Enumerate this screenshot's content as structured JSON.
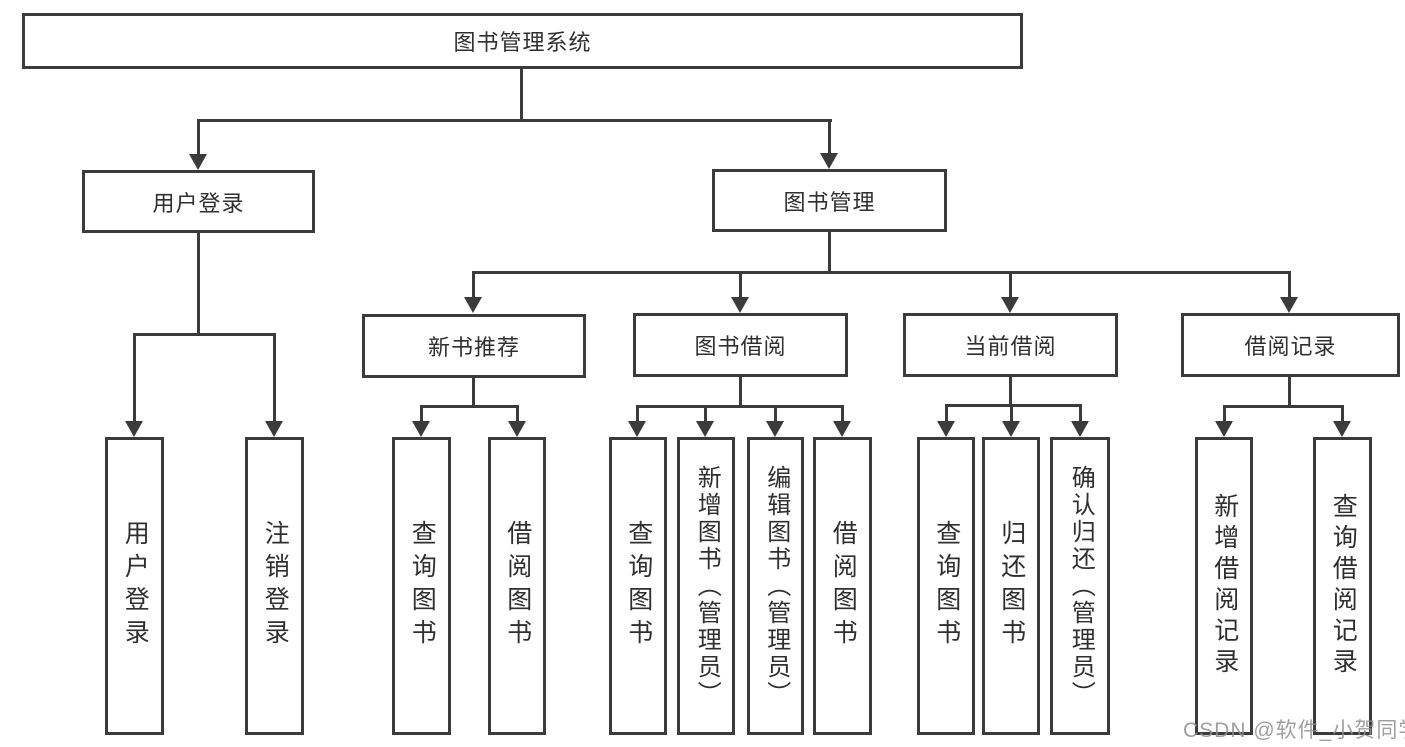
{
  "diagram": {
    "title_node": {
      "label": "图书管理系统"
    },
    "level2": [
      {
        "id": "user-login",
        "label": "用户登录"
      },
      {
        "id": "book-management",
        "label": "图书管理"
      }
    ],
    "level3": [
      {
        "id": "new-book-recommend",
        "label": "新书推荐"
      },
      {
        "id": "book-borrowing",
        "label": "图书借阅"
      },
      {
        "id": "current-borrowing",
        "label": "当前借阅"
      },
      {
        "id": "borrowing-records",
        "label": "借阅记录"
      }
    ],
    "leaves": [
      {
        "id": "user-login-leaf",
        "label": "用户登录"
      },
      {
        "id": "logout",
        "label": "注销登录"
      },
      {
        "id": "query-books-recommend",
        "label": "查询图书"
      },
      {
        "id": "borrow-books-recommend",
        "label": "借阅图书"
      },
      {
        "id": "query-books-borrow",
        "label": "查询图书"
      },
      {
        "id": "add-books-admin",
        "label": "新增图书（管理员）"
      },
      {
        "id": "edit-books-admin",
        "label": "编辑图书（管理员）"
      },
      {
        "id": "borrow-books",
        "label": "借阅图书"
      },
      {
        "id": "query-books-current",
        "label": "查询图书"
      },
      {
        "id": "return-books",
        "label": "归还图书"
      },
      {
        "id": "confirm-return-admin",
        "label": "确认归还（管理员）"
      },
      {
        "id": "add-borrow-record",
        "label": "新增借阅记录"
      },
      {
        "id": "query-borrow-record",
        "label": "查询借阅记录"
      }
    ],
    "colors": {
      "line": "#3b3b3b",
      "text": "#2f2f2f",
      "watermark": "#8f8f8f",
      "background": "#ffffff"
    }
  },
  "watermark": {
    "text": "CSDN @软件_小贺同学"
  }
}
